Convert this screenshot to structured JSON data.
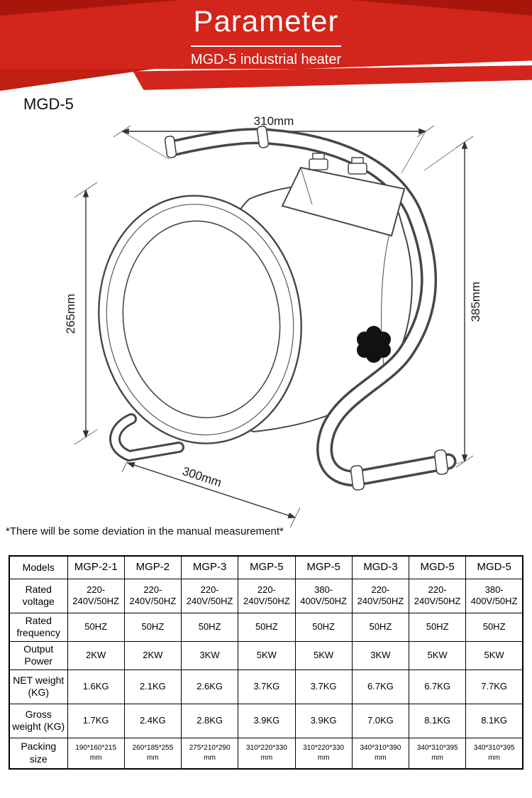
{
  "banner": {
    "title": "Parameter",
    "subtitle": "MGD-5 industrial heater",
    "colors": {
      "red": "#d2251b",
      "dark_red": "#a8150b",
      "text": "#ffffff"
    }
  },
  "diagram": {
    "model_label": "MGD-5",
    "dimensions": {
      "top_width": "310mm",
      "right_height": "385mm",
      "left_height": "265mm",
      "bottom_depth": "300mm"
    },
    "note": "*There will be some deviation in the manual measurement*"
  },
  "spec_table": {
    "header": {
      "label": "Models",
      "models": [
        "MGP-2-1",
        "MGP-2",
        "MGP-3",
        "MGP-5",
        "MGP-5",
        "MGD-3",
        "MGD-5",
        "MGD-5"
      ]
    },
    "rows": [
      {
        "label": "Rated voltage",
        "values": [
          "220-240V/50HZ",
          "220-240V/50HZ",
          "220-240V/50HZ",
          "220-240V/50HZ",
          "380-400V/50HZ",
          "220-240V/50HZ",
          "220-240V/50HZ",
          "380-400V/50HZ"
        ]
      },
      {
        "label": "Rated frequency",
        "values": [
          "50HZ",
          "50HZ",
          "50HZ",
          "50HZ",
          "50HZ",
          "50HZ",
          "50HZ",
          "50HZ"
        ]
      },
      {
        "label": "Output Power",
        "values": [
          "2KW",
          "2KW",
          "3KW",
          "5KW",
          "5KW",
          "3KW",
          "5KW",
          "5KW"
        ]
      },
      {
        "label": "NET weight (KG)",
        "values": [
          "1.6KG",
          "2.1KG",
          "2.6KG",
          "3.7KG",
          "3.7KG",
          "6.7KG",
          "6.7KG",
          "7.7KG"
        ]
      },
      {
        "label": "Gross weight (KG)",
        "values": [
          "1.7KG",
          "2.4KG",
          "2.8KG",
          "3.9KG",
          "3.9KG",
          "7.0KG",
          "8.1KG",
          "8.1KG"
        ]
      },
      {
        "label": "Packing size",
        "values": [
          "190*160*215 mm",
          "260*185*255 mm",
          "275*210*290 mm",
          "310*220*330 mm",
          "310*220*330 mm",
          "340*310*390 mm",
          "340*310*395 mm",
          "340*310*395 mm"
        ]
      }
    ]
  }
}
